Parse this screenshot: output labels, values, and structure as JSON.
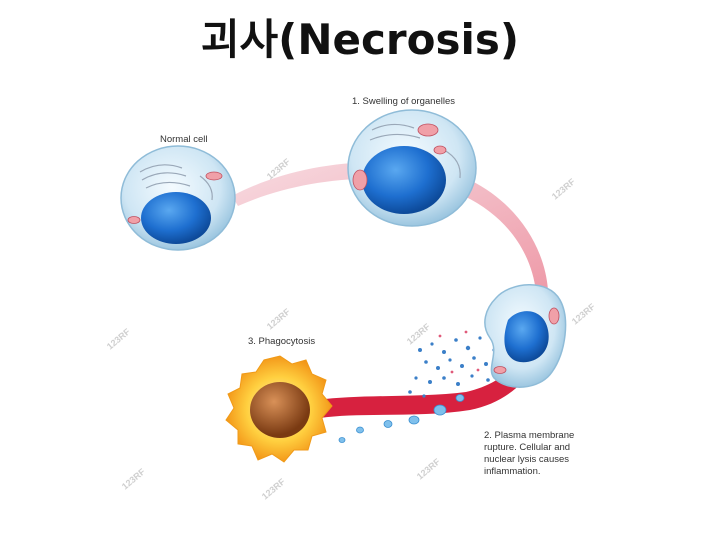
{
  "title": "괴사(Necrosis)",
  "labels": {
    "normal": "Normal cell",
    "swelling": "1. Swelling of organelles",
    "rupture_lines": [
      "2. Plasma membrane",
      "rupture. Cellular and",
      "nuclear lysis causes",
      "inflammation."
    ],
    "phagocytosis": "3. Phagocytosis"
  },
  "watermark": "123RF",
  "colors": {
    "arrow_light": "#f2c6cf",
    "arrow_dark": "#d7213f",
    "cell_body": "#cfe6f4",
    "nucleus": "#1e6fd0",
    "phagocyte": "#f6b21a",
    "phagocyte_nucleus": "#a85a22"
  }
}
